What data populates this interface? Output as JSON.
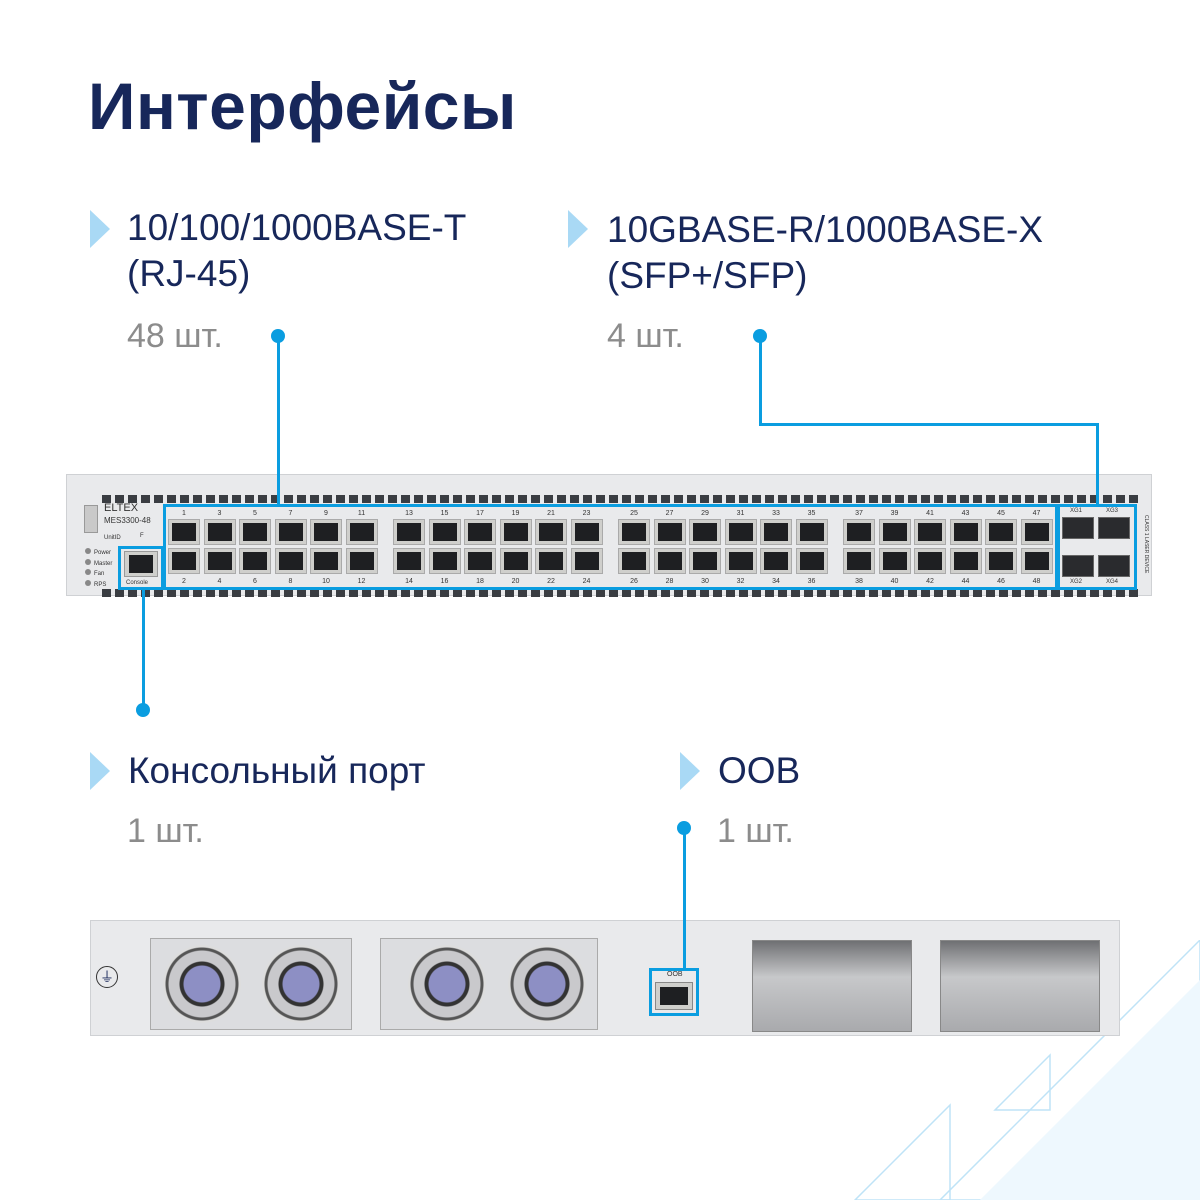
{
  "title": "Интерфейсы",
  "callouts": {
    "rj45": {
      "heading_line1": "10/100/1000BASE-T",
      "heading_line2": "(RJ-45)",
      "count": "48 шт."
    },
    "sfp": {
      "heading_line1": "10GBASE-R/1000BASE-X",
      "heading_line2": "(SFP+/SFP)",
      "count": "4 шт."
    },
    "console": {
      "heading": "Консольный порт",
      "count": "1 шт."
    },
    "oob": {
      "heading": "OOB",
      "count": "1 шт."
    }
  },
  "device": {
    "brand": "ELTEX",
    "model": "MES3300-48",
    "unit_id": "UnitID",
    "f_label": "F",
    "leds": [
      "Power",
      "Master",
      "Fan",
      "RPS"
    ],
    "console_label": "Console",
    "sfp_labels": [
      "XG1",
      "XG3",
      "XG2",
      "XG4"
    ],
    "laser_label": "CLASS 1 LASER DEVICE",
    "oob_label": "OOB",
    "rj45_port_count": 48
  },
  "colors": {
    "accent": "#0a9de0",
    "navy": "#17275a",
    "gray": "#8c8c8c",
    "marker": "#a9d9f5"
  }
}
